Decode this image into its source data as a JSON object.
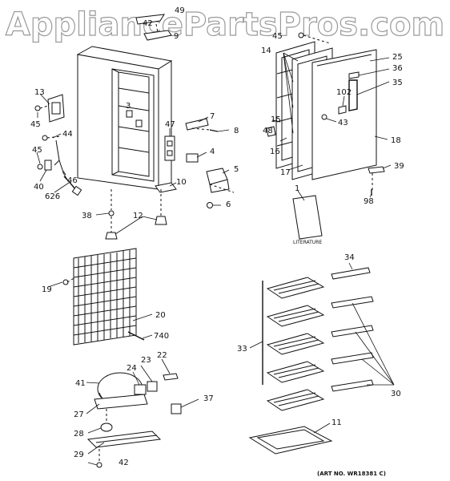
{
  "watermark": "AppliancePartsPros.com",
  "literature_label": "LITERATURE",
  "art_number": "(ART NO. WR18381 C)",
  "callouts": {
    "c49": "49",
    "c42a": "42",
    "c9": "9",
    "c13": "13",
    "c45a": "45",
    "c3": "3",
    "c44": "44",
    "c45b": "45",
    "c40": "40",
    "c46": "46",
    "c626": "626",
    "c47": "47",
    "c7": "7",
    "c8": "8",
    "c4": "4",
    "c5": "5",
    "c10": "10",
    "c6": "6",
    "c38": "38",
    "c12": "12",
    "c45c": "45",
    "c14": "14",
    "c25": "25",
    "c36": "36",
    "c102": "102",
    "c35": "35",
    "c15": "15",
    "c48": "48",
    "c43": "43",
    "c16": "16",
    "c18": "18",
    "c17": "17",
    "c39": "39",
    "c98": "98",
    "c1": "1",
    "c19": "19",
    "c20": "20",
    "c740": "740",
    "c23": "23",
    "c22": "22",
    "c24": "24",
    "c41": "41",
    "c37": "37",
    "c27": "27",
    "c28": "28",
    "c29": "29",
    "c42b": "42",
    "c34": "34",
    "c33": "33",
    "c30": "30",
    "c11": "11"
  }
}
